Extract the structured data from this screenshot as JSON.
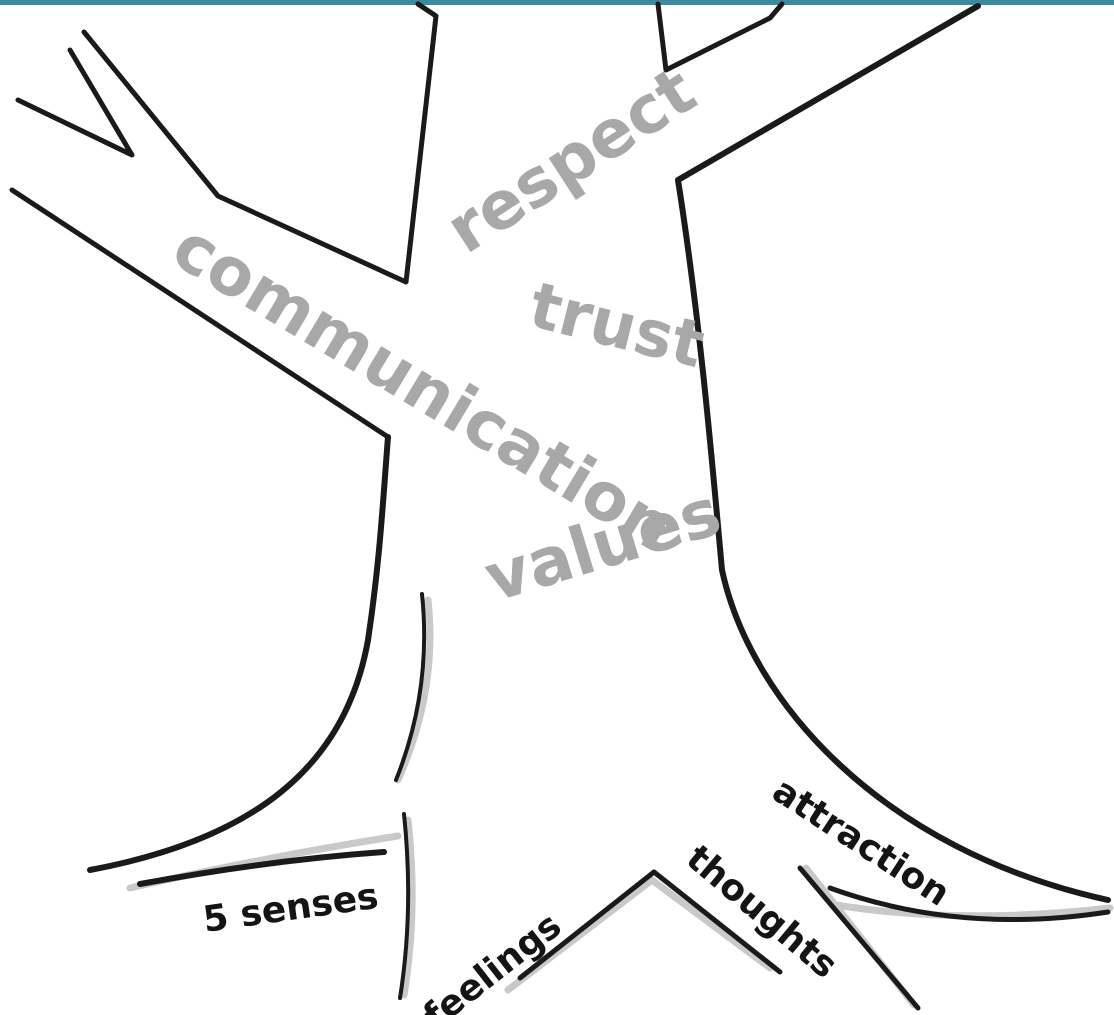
{
  "colors": {
    "top_bar": "#3d8a9e",
    "trunk_line": "#1a1a1a",
    "shadow": "#c9c9c9",
    "upper_word": "#a8a8a8",
    "root_word": "#141414"
  },
  "trunk_words": {
    "respect": "respect",
    "trust": "trust",
    "communication": "communication",
    "values": "values"
  },
  "root_words": {
    "senses": "5 senses",
    "feelings": "feelings",
    "thoughts": "thoughts",
    "attraction": "attraction"
  }
}
